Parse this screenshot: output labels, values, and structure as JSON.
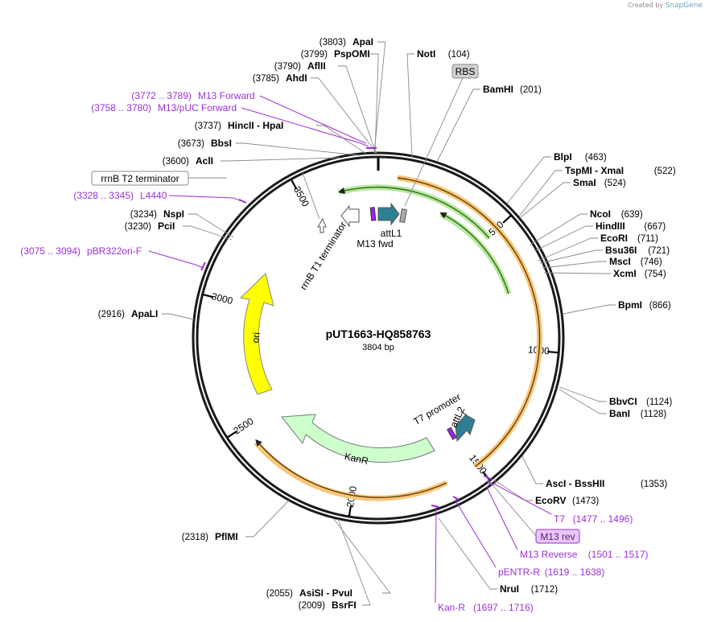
{
  "credit": {
    "prefix": "Created by",
    "brand": "SnapGene"
  },
  "plasmid": {
    "name": "pUT1663-HQ858763",
    "length": "3804 bp",
    "total_bp": 3804
  },
  "ticks": [
    {
      "bp": 500,
      "label": "500"
    },
    {
      "bp": 1000,
      "label": "1000"
    },
    {
      "bp": 1500,
      "label": "1500"
    },
    {
      "bp": 2000,
      "label": "2000"
    },
    {
      "bp": 2500,
      "label": "2500"
    },
    {
      "bp": 3000,
      "label": "3000"
    },
    {
      "bp": 3500,
      "label": "3500"
    }
  ],
  "enzymes": [
    {
      "name": "ApaI",
      "pos": "(3803)"
    },
    {
      "name": "PspOMI",
      "pos": "(3799)"
    },
    {
      "name": "AflII",
      "pos": "(3790)"
    },
    {
      "name": "AhdI",
      "pos": "(3785)"
    },
    {
      "name": "HincII  -  HpaI",
      "pos": "(3737)"
    },
    {
      "name": "BbsI",
      "pos": "(3673)"
    },
    {
      "name": "AclI",
      "pos": "(3600)"
    },
    {
      "name": "NspI",
      "pos": "(3234)"
    },
    {
      "name": "PciI",
      "pos": "(3230)"
    },
    {
      "name": "ApaLI",
      "pos": "(2916)"
    },
    {
      "name": "PflMI",
      "pos": "(2318)"
    },
    {
      "name": "AsiSI  -  PvuI",
      "pos": "(2055)"
    },
    {
      "name": "BsrFI",
      "pos": "(2009)"
    },
    {
      "name": "NruI",
      "pos": "(1712)"
    },
    {
      "name": "EcoRV",
      "pos": "(1473)"
    },
    {
      "name": "AscI  -  BssHII",
      "pos": "(1353)"
    },
    {
      "name": "BanI",
      "pos": "(1128)"
    },
    {
      "name": "BbvCI",
      "pos": "(1124)"
    },
    {
      "name": "BpmI",
      "pos": "(866)"
    },
    {
      "name": "XcmI",
      "pos": "(754)"
    },
    {
      "name": "MscI",
      "pos": "(746)"
    },
    {
      "name": "Bsu36I",
      "pos": "(721)"
    },
    {
      "name": "EcoRI",
      "pos": "(711)"
    },
    {
      "name": "HindIII",
      "pos": "(667)"
    },
    {
      "name": "NcoI",
      "pos": "(639)"
    },
    {
      "name": "SmaI",
      "pos": "(524)"
    },
    {
      "name": "TspMI  -  XmaI",
      "pos": "(522)"
    },
    {
      "name": "BlpI",
      "pos": "(463)"
    },
    {
      "name": "BamHI",
      "pos": "(201)"
    },
    {
      "name": "NotI",
      "pos": "(104)"
    }
  ],
  "primers": [
    {
      "name": "M13 Forward",
      "range": "(3772 .. 3789)"
    },
    {
      "name": "M13/pUC Forward",
      "range": "(3758 .. 3780)"
    },
    {
      "name": "L4440",
      "range": "(3328 .. 3345)"
    },
    {
      "name": "pBR322ori-F",
      "range": "(3075 .. 3094)"
    },
    {
      "name": "T7",
      "range": "(1477 .. 1496)"
    },
    {
      "name": "M13 Reverse",
      "range": "(1501 .. 1517)"
    },
    {
      "name": "pENTR-R",
      "range": "(1619 .. 1638)"
    },
    {
      "name": "Kan-R",
      "range": "(1697 .. 1716)"
    }
  ],
  "boxed_labels": {
    "rbs": "RBS",
    "rrnb_t2": "rrnB T2 terminator",
    "m13_rev": "M13 rev"
  },
  "features": {
    "rrnb_t1": "rrnB T1 terminator",
    "attl1": "attL1",
    "m13_fwd": "M13 fwd",
    "ori": "ori",
    "kanr": "KanR",
    "t7_promoter": "T7 promoter",
    "attl2": "attL2"
  },
  "colors": {
    "backbone": "#1a1a1a",
    "primer": "#9b30d9",
    "ori": "#ffff00",
    "kanr": "#ccffcc",
    "teal": "#2f7f94",
    "orange_arc": "#f0a030",
    "green_arc": "#2e8b1e"
  }
}
